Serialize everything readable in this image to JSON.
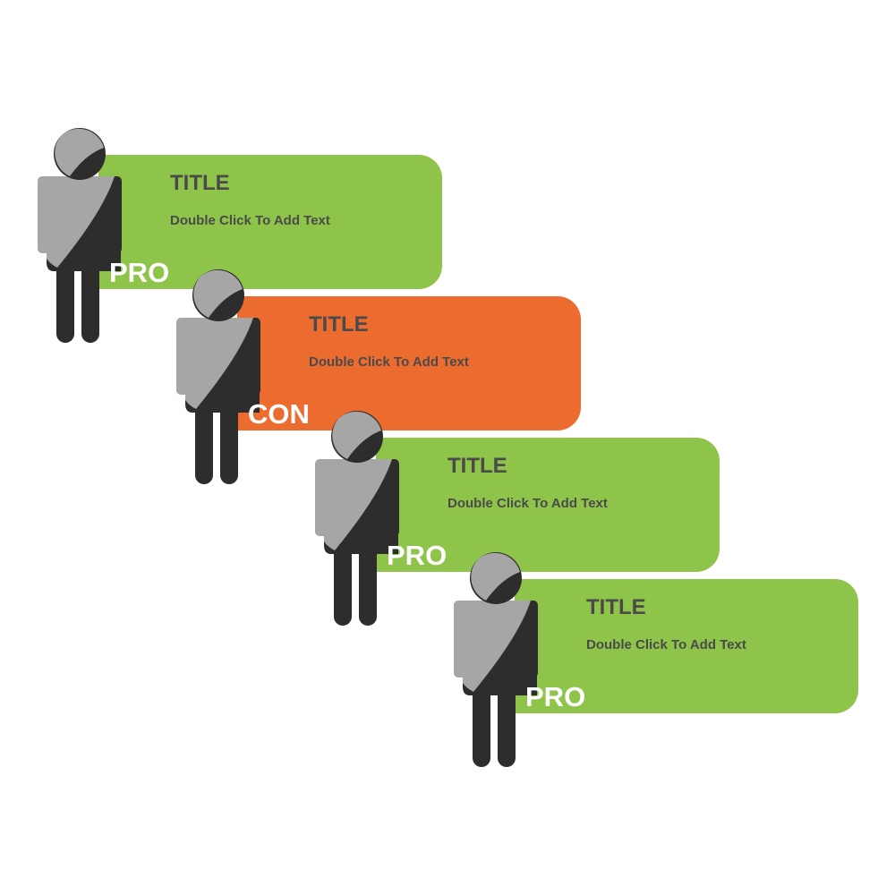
{
  "colors": {
    "pro": "#8fc44b",
    "con": "#ec6c30",
    "figure_light": "#a6a6a6",
    "figure_dark": "#2d2d2d",
    "text": "#4a4a4a"
  },
  "steps": [
    {
      "title": "TITLE",
      "text": "Double Click To Add Text",
      "badge": "PRO",
      "color": "#8fc44b"
    },
    {
      "title": "TITLE",
      "text": "Double Click To Add Text",
      "badge": "CON",
      "color": "#ec6c30"
    },
    {
      "title": "TITLE",
      "text": "Double Click To Add Text",
      "badge": "PRO",
      "color": "#8fc44b"
    },
    {
      "title": "TITLE",
      "text": "Double Click To Add Text",
      "badge": "PRO",
      "color": "#8fc44b"
    }
  ],
  "icons": {
    "figure": "person-icon"
  }
}
